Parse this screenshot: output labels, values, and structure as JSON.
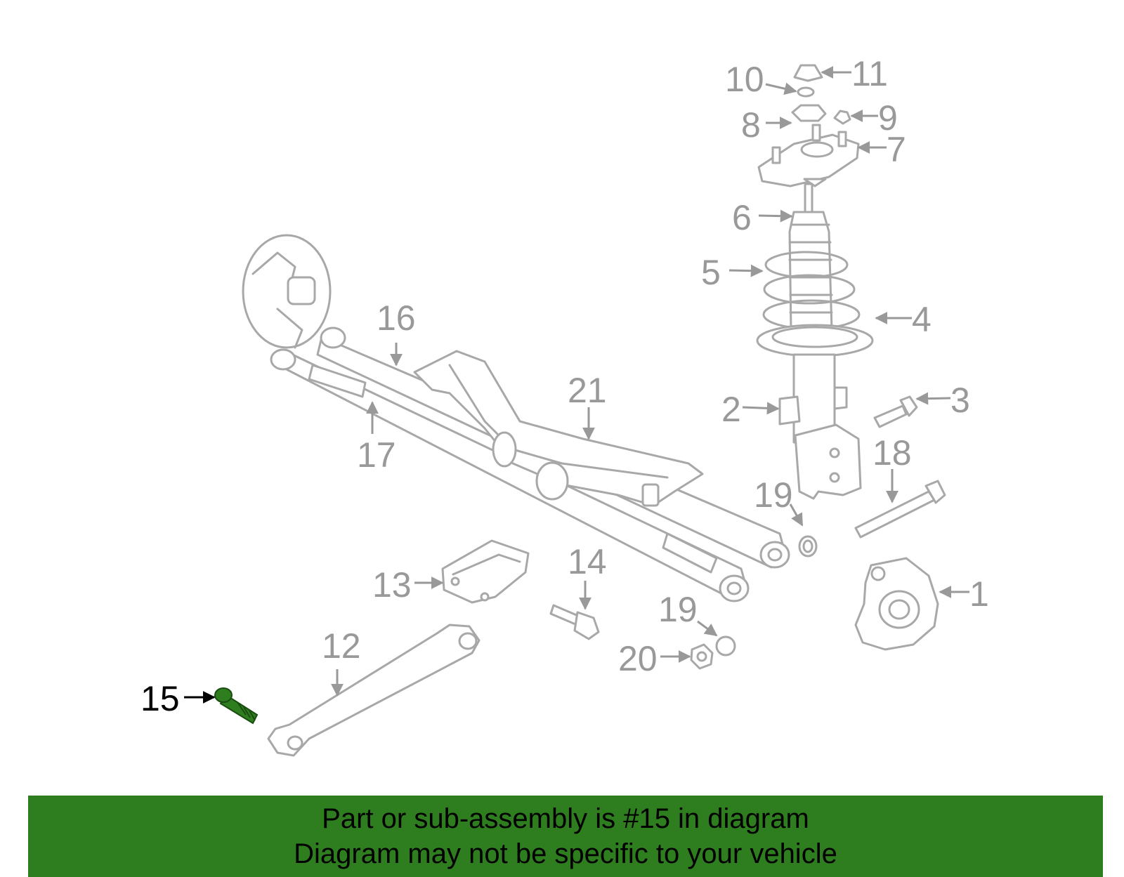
{
  "diagram": {
    "highlight_color": "#2e7d1f",
    "highlighted_callout": "15",
    "callouts": {
      "c1": "1",
      "c2": "2",
      "c3": "3",
      "c4": "4",
      "c5": "5",
      "c6": "6",
      "c7": "7",
      "c8": "8",
      "c9": "9",
      "c10": "10",
      "c11": "11",
      "c12": "12",
      "c13": "13",
      "c14": "14",
      "c15": "15",
      "c16": "16",
      "c17": "17",
      "c18": "18",
      "c19a": "19",
      "c19b": "19",
      "c20": "20",
      "c21": "21"
    }
  },
  "banner": {
    "background": "#2e7d1f",
    "line1": "Part or sub-assembly is #15 in diagram",
    "line2": "Diagram may not be specific to your vehicle"
  }
}
